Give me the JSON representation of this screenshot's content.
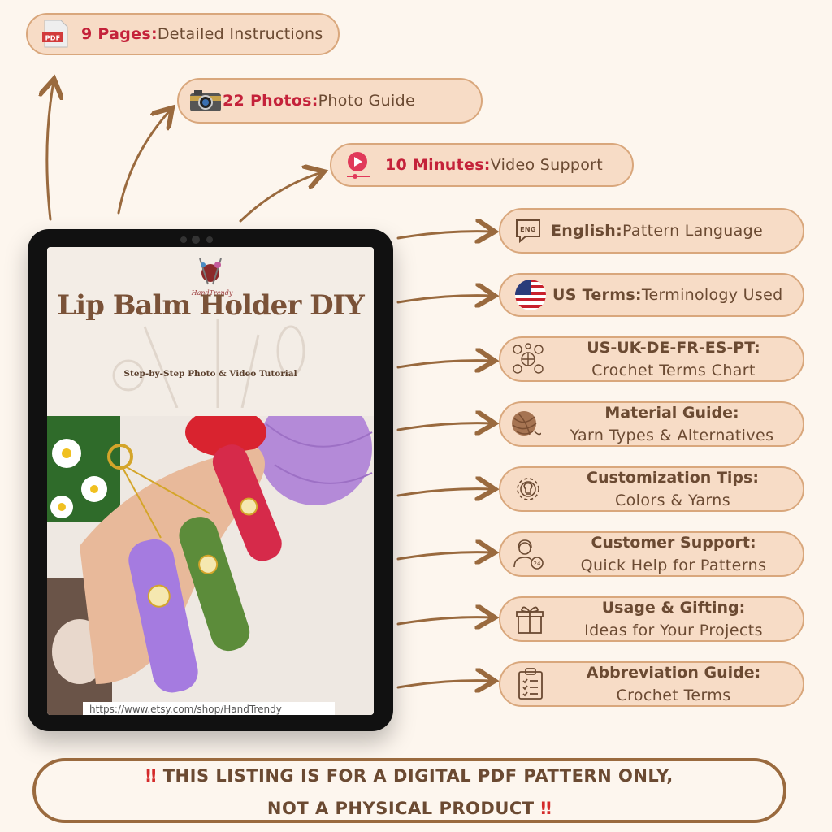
{
  "top_pills": [
    {
      "bold": "9 Pages:",
      "rest": "Detailed Instructions",
      "icon": "pdf-icon"
    },
    {
      "bold": "22 Photos:",
      "rest": " Photo Guide",
      "icon": "camera-icon"
    },
    {
      "bold": "10 Minutes:",
      "rest": "Video Support",
      "icon": "play-icon"
    }
  ],
  "side_pills": [
    {
      "bold": "English:",
      "rest": " Pattern Language",
      "icon": "eng-speech-icon"
    },
    {
      "bold": "US Terms:",
      "rest": " Terminology Used",
      "icon": "us-flag-icon"
    },
    {
      "title": "US-UK-DE-FR-ES-PT:",
      "sub": "Crochet Terms Chart",
      "icon": "globe-languages-icon"
    },
    {
      "title": "Material Guide:",
      "sub": "Yarn Types & Alternatives",
      "icon": "yarn-ball-icon"
    },
    {
      "title": "Customization Tips:",
      "sub": "Colors & Yarns",
      "icon": "gear-bulb-icon"
    },
    {
      "title": "Customer Support:",
      "sub": "Quick Help for Patterns",
      "icon": "support-24-icon"
    },
    {
      "title": "Usage & Gifting:",
      "sub": "Ideas for Your Projects",
      "icon": "gift-icon"
    },
    {
      "title": "Abbreviation Guide:",
      "sub": "Crochet Terms",
      "icon": "clipboard-icon"
    }
  ],
  "cover": {
    "brand": "HandTrendy",
    "title": "Lip Balm Holder DIY",
    "subtitle": "Step-by-Step Photo & Video Tutorial",
    "url": "https://www.etsy.com/shop/HandTrendy"
  },
  "pdf_label": "PDF",
  "eng_label": "ENG",
  "support_label": "24",
  "banner": {
    "bang": "‼",
    "line1": " THIS LISTING IS FOR A DIGITAL PDF PATTERN ONLY,",
    "line2": "NOT A PHYSICAL PRODUCT "
  },
  "colors": {
    "pill_bg": "#f7dcc6",
    "pill_border": "#d9a77c",
    "accent_red": "#c4223a",
    "arrow": "#9a6a3e",
    "bg": "#fdf6ee"
  }
}
